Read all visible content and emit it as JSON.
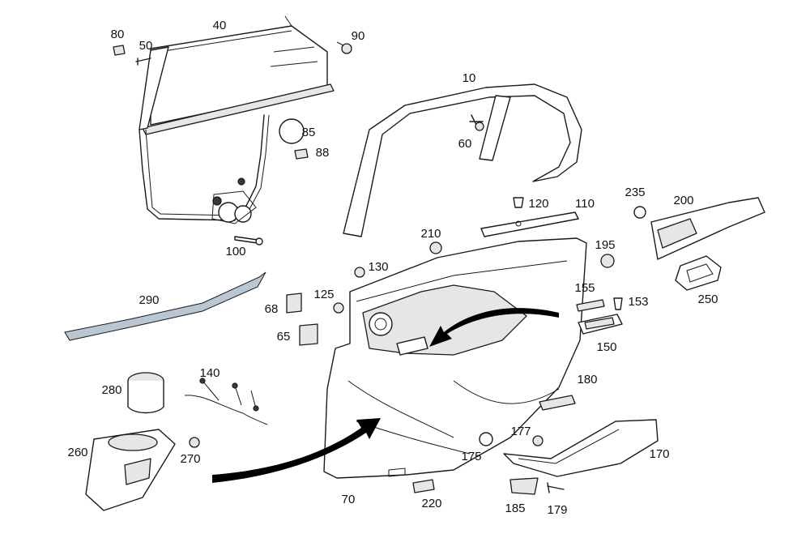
{
  "labels": {
    "p10": "10",
    "p40": "40",
    "p50": "50",
    "p60": "60",
    "p65": "65",
    "p68": "68",
    "p70": "70",
    "p80": "80",
    "p85": "85",
    "p88": "88",
    "p90": "90",
    "p100": "100",
    "p110": "110",
    "p120": "120",
    "p125": "125",
    "p130": "130",
    "p140": "140",
    "p150": "150",
    "p153": "153",
    "p155": "155",
    "p170": "170",
    "p175": "175",
    "p177": "177",
    "p179": "179",
    "p180": "180",
    "p185": "185",
    "p195": "195",
    "p200": "200",
    "p210": "210",
    "p220": "220",
    "p235": "235",
    "p250": "250",
    "p260": "260",
    "p270": "270",
    "p280": "280",
    "p290": "290"
  },
  "colors": {
    "line": "#1a1a1a",
    "shade": "#e6e6e6",
    "trim": "#b9c6d3",
    "arrow": "#000000"
  }
}
